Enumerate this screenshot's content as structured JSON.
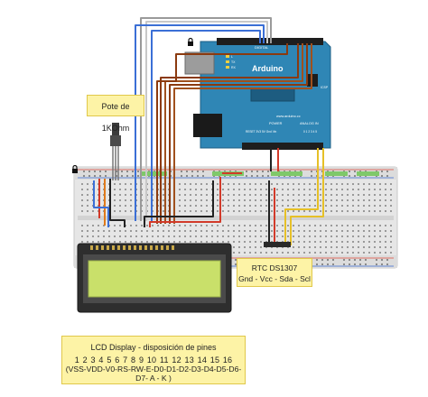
{
  "labels": {
    "pot": "Pote de 1KOhm",
    "rtc_title": "RTC DS1307",
    "rtc_pins": "Gnd - Vcc - Sda - Scl",
    "lcd_title": "LCD Display - disposición de pines",
    "lcd_numbers": "1 2 3 4 5 6 7 8 9 10 11 12 13 14 15 16",
    "lcd_pins": "(VSS-VDD-V0-RS-RW-E-D0-D1-D2-D3-D4-D5-D6-D7- A - K )"
  },
  "arduino": {
    "brand": "Arduino",
    "site": "www.arduino.cc",
    "digital_label": "DIGITAL",
    "power_label": "POWER",
    "analog_label": "ANALOG IN",
    "icsp": "ICSP",
    "tx": "TX",
    "rx": "RX",
    "l": "L",
    "power_pins": "RESET 3V3 5V Gnd Vin",
    "analog_pins": "0 1 2 3 4 5"
  },
  "colors": {
    "arduino_board": "#2f86b5",
    "breadboard": "#e6e6e6",
    "lcd_screen": "#c9e06a",
    "lcd_frame": "#2e2e2e",
    "note": "#fdf3a6",
    "wire_brown": "#8b3a0f",
    "wire_blue": "#3b6fd6",
    "wire_gray": "#9a9a9a",
    "wire_red": "#d23a2a",
    "wire_black": "#222222",
    "wire_yellow": "#e6c027",
    "wire_orange": "#e07a1b"
  }
}
